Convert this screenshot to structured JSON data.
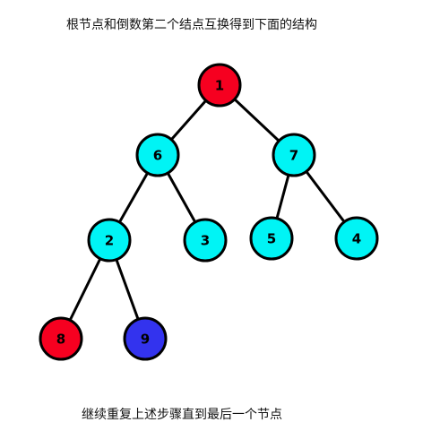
{
  "captions": {
    "top": "根节点和倒数第二个结点互换得到下面的结构",
    "bottom": "继续重复上述步骤直到最后一个节点"
  },
  "colors": {
    "cyan": "#00f4f5",
    "red": "#f60020",
    "blue": "#3333ee"
  },
  "tree": {
    "nodes": [
      {
        "id": "n1",
        "label": "1",
        "color": "red"
      },
      {
        "id": "n6",
        "label": "6",
        "color": "cyan"
      },
      {
        "id": "n7",
        "label": "7",
        "color": "cyan"
      },
      {
        "id": "n2",
        "label": "2",
        "color": "cyan"
      },
      {
        "id": "n3",
        "label": "3",
        "color": "cyan"
      },
      {
        "id": "n5",
        "label": "5",
        "color": "cyan"
      },
      {
        "id": "n4",
        "label": "4",
        "color": "cyan"
      },
      {
        "id": "n8",
        "label": "8",
        "color": "red"
      },
      {
        "id": "n9",
        "label": "9",
        "color": "blue"
      }
    ],
    "edges": [
      {
        "from": "n1",
        "to": "n6"
      },
      {
        "from": "n1",
        "to": "n7"
      },
      {
        "from": "n6",
        "to": "n2"
      },
      {
        "from": "n6",
        "to": "n3"
      },
      {
        "from": "n7",
        "to": "n5"
      },
      {
        "from": "n7",
        "to": "n4"
      },
      {
        "from": "n2",
        "to": "n8"
      },
      {
        "from": "n2",
        "to": "n9"
      }
    ]
  }
}
